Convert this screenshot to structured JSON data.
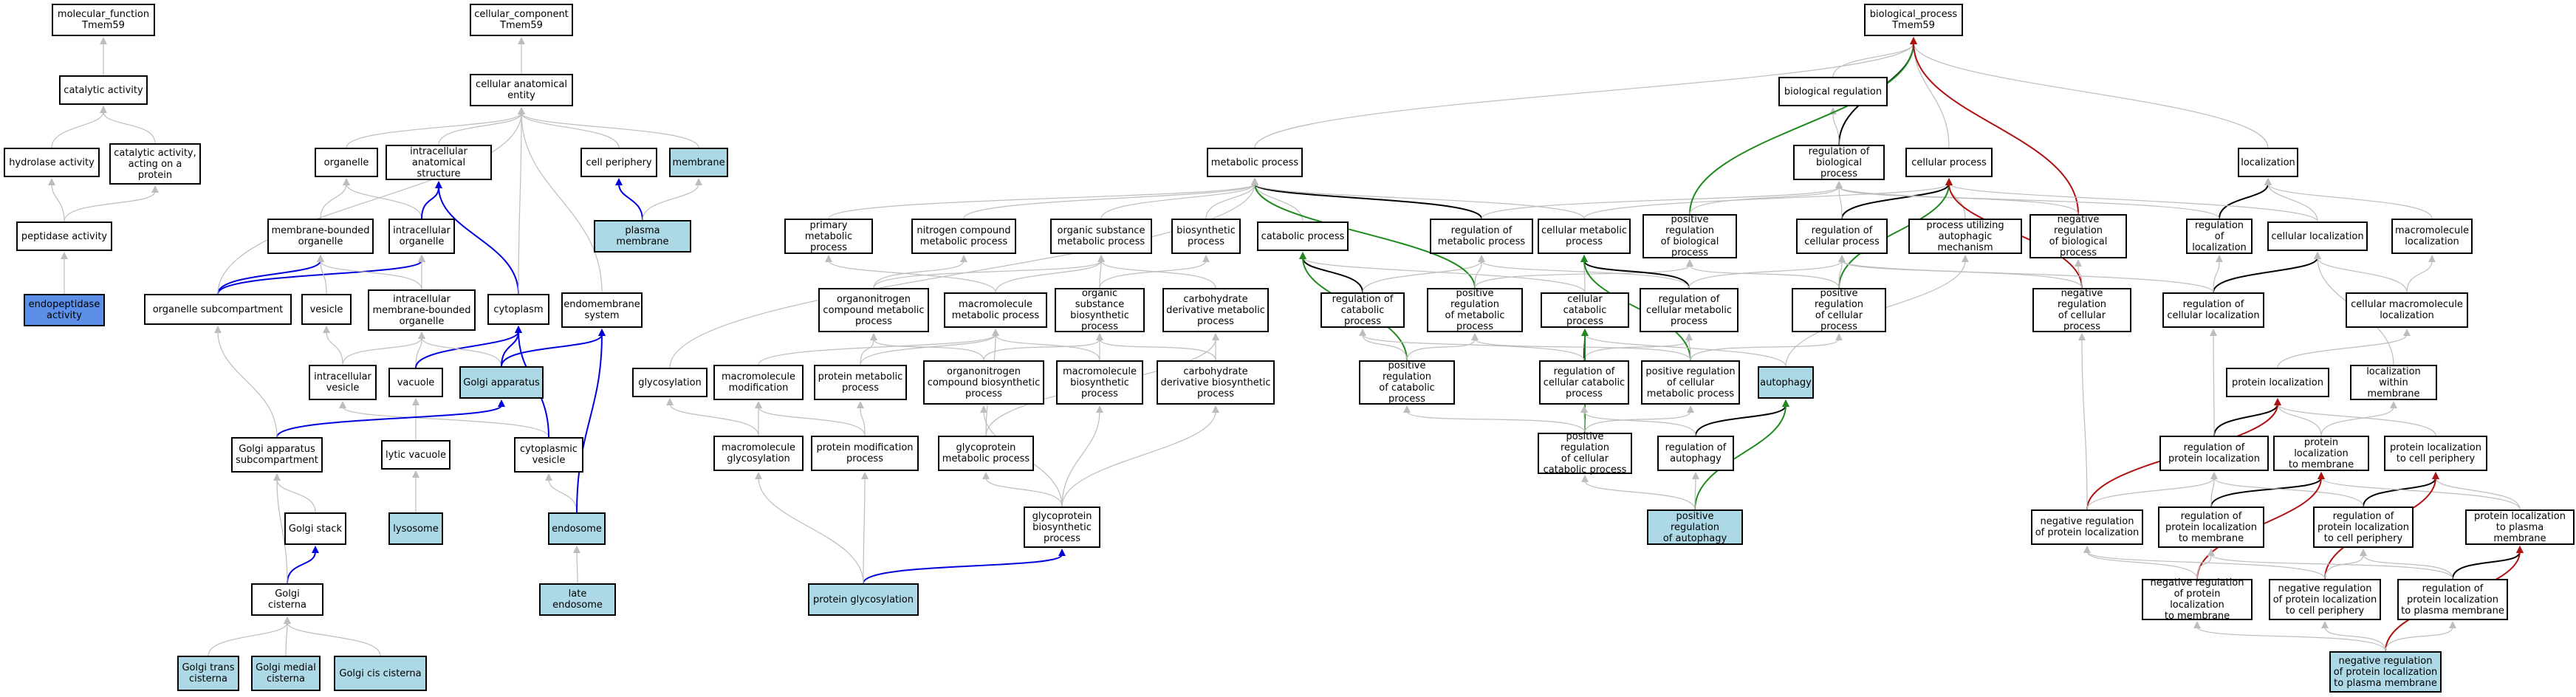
{
  "colors": {
    "gray": "#bdbdbd",
    "blue": "#0000dd",
    "black": "#000000",
    "green": "#1e8a1e",
    "red": "#b01212",
    "light_blue": "#add8e6",
    "dark_blue": "#5b8fe8"
  },
  "nodes": {
    "mf": {
      "label": "molecular_function\nTmem59"
    },
    "cat": {
      "label": "catalytic activity"
    },
    "hyd": {
      "label": "hydrolase activity"
    },
    "catpro": {
      "label": "catalytic activity,\nacting on a\nprotein"
    },
    "pep": {
      "label": "peptidase activity"
    },
    "endo_pep": {
      "label": "endopeptidase\nactivity"
    },
    "cc": {
      "label": "cellular_component\nTmem59"
    },
    "cae": {
      "label": "cellular anatomical\nentity"
    },
    "org": {
      "label": "organelle"
    },
    "ias": {
      "label": "intracellular\nanatomical structure"
    },
    "cp": {
      "label": "cell periphery"
    },
    "mem": {
      "label": "membrane"
    },
    "pm": {
      "label": "plasma membrane"
    },
    "mbo": {
      "label": "membrane-bounded\norganelle"
    },
    "io": {
      "label": "intracellular\norganelle"
    },
    "osub": {
      "label": "organelle subcompartment"
    },
    "ves": {
      "label": "vesicle"
    },
    "imbo": {
      "label": "intracellular\nmembrane-bounded\norganelle"
    },
    "cyto": {
      "label": "cytoplasm"
    },
    "ems": {
      "label": "endomembrane\nsystem"
    },
    "iv": {
      "label": "intracellular\nvesicle"
    },
    "vac": {
      "label": "vacuole"
    },
    "ga": {
      "label": "Golgi apparatus"
    },
    "lv": {
      "label": "lytic vacuole"
    },
    "cv": {
      "label": "cytoplasmic\nvesicle"
    },
    "gas": {
      "label": "Golgi apparatus\nsubcompartment"
    },
    "lys": {
      "label": "lysosome"
    },
    "endos": {
      "label": "endosome"
    },
    "gst": {
      "label": "Golgi stack"
    },
    "gc": {
      "label": "Golgi cisterna"
    },
    "le": {
      "label": "late endosome"
    },
    "gtc": {
      "label": "Golgi trans\ncisterna"
    },
    "gmc": {
      "label": "Golgi medial\ncisterna"
    },
    "gcc": {
      "label": "Golgi cis cisterna"
    },
    "bp": {
      "label": "biological_process\nTmem59"
    },
    "bioreg": {
      "label": "biological regulation"
    },
    "mp": {
      "label": "metabolic process"
    },
    "rbp": {
      "label": "regulation of\nbiological process"
    },
    "cellp": {
      "label": "cellular process"
    },
    "loc": {
      "label": "localization"
    },
    "pmp": {
      "label": "primary metabolic\nprocess"
    },
    "ncmp": {
      "label": "nitrogen compound\nmetabolic process"
    },
    "osmp": {
      "label": "organic substance\nmetabolic process"
    },
    "bsp": {
      "label": "biosynthetic\nprocess"
    },
    "catp": {
      "label": "catabolic process"
    },
    "rmp": {
      "label": "regulation of\nmetabolic process"
    },
    "cmp": {
      "label": "cellular metabolic\nprocess"
    },
    "prbp": {
      "label": "positive regulation\nof biological\nprocess"
    },
    "rcp": {
      "label": "regulation of\ncellular process"
    },
    "puam": {
      "label": "process utilizing\nautophagic mechanism"
    },
    "nrbp": {
      "label": "negative regulation\nof biological\nprocess"
    },
    "rloc": {
      "label": "regulation of\nlocalization"
    },
    "cloc": {
      "label": "cellular localization"
    },
    "mmloc": {
      "label": "macromolecule\nlocalization"
    },
    "oncmp": {
      "label": "organonitrogen\ncompound metabolic\nprocess"
    },
    "mmmp": {
      "label": "macromolecule\nmetabolic process"
    },
    "osbp": {
      "label": "organic substance\nbiosynthetic\nprocess"
    },
    "cdmp": {
      "label": "carbohydrate\nderivative metabolic\nprocess"
    },
    "rcatp": {
      "label": "regulation of\ncatabolic process"
    },
    "prmp": {
      "label": "positive regulation\nof metabolic\nprocess"
    },
    "ccatp": {
      "label": "cellular catabolic\nprocess"
    },
    "rcmp": {
      "label": "regulation of\ncellular metabolic\nprocess"
    },
    "prcp": {
      "label": "positive regulation\nof cellular\nprocess"
    },
    "nrcp": {
      "label": "negative regulation\nof cellular\nprocess"
    },
    "rcloc": {
      "label": "regulation of\ncellular localization"
    },
    "cmmloc": {
      "label": "cellular macromolecule\nlocalization"
    },
    "glyc": {
      "label": "glycosylation"
    },
    "mmmod": {
      "label": "macromolecule\nmodification"
    },
    "pmetp": {
      "label": "protein metabolic\nprocess"
    },
    "oncbp": {
      "label": "organonitrogen\ncompound biosynthetic\nprocess"
    },
    "mmbp": {
      "label": "macromolecule\nbiosynthetic\nprocess"
    },
    "cdbp": {
      "label": "carbohydrate\nderivative biosynthetic\nprocess"
    },
    "prcatp": {
      "label": "positive regulation\nof catabolic\nprocess"
    },
    "rccatp": {
      "label": "regulation of\ncellular catabolic\nprocess"
    },
    "prcmp": {
      "label": "positive regulation\nof cellular\nmetabolic process"
    },
    "aut": {
      "label": "autophagy"
    },
    "ploc": {
      "label": "protein localization"
    },
    "lwm": {
      "label": "localization\nwithin membrane"
    },
    "mmglyc": {
      "label": "macromolecule\nglycosylation"
    },
    "pmodp": {
      "label": "protein modification\nprocess"
    },
    "gpmp": {
      "label": "glycoprotein\nmetabolic process"
    },
    "prccatp": {
      "label": "positive regulation\nof cellular\ncatabolic process"
    },
    "raut": {
      "label": "regulation of\nautophagy"
    },
    "rploc": {
      "label": "regulation of\nprotein localization"
    },
    "pltm": {
      "label": "protein localization\nto membrane"
    },
    "pltcp": {
      "label": "protein localization\nto cell periphery"
    },
    "gpbp": {
      "label": "glycoprotein\nbiosynthetic\nprocess"
    },
    "praut": {
      "label": "positive regulation\nof autophagy"
    },
    "nrploc": {
      "label": "negative regulation\nof protein localization"
    },
    "rpltm": {
      "label": "regulation of\nprotein localization\nto membrane"
    },
    "rpltcp": {
      "label": "regulation of\nprotein localization\nto cell periphery"
    },
    "pltpm": {
      "label": "protein localization\nto plasma membrane"
    },
    "pglyc": {
      "label": "protein glycosylation"
    },
    "nrpltm": {
      "label": "negative regulation\nof protein localization\nto membrane"
    },
    "nrpltcp": {
      "label": "negative regulation\nof protein localization\nto cell periphery"
    },
    "rpltpm": {
      "label": "regulation of\nprotein localization\nto plasma membrane"
    },
    "nrpltpm": {
      "label": "negative regulation\nof protein localization\nto plasma membrane"
    }
  },
  "edges": [
    {
      "from": "cat",
      "to": "mf",
      "c": "gray"
    },
    {
      "from": "hyd",
      "to": "cat",
      "c": "gray"
    },
    {
      "from": "catpro",
      "to": "cat",
      "c": "gray"
    },
    {
      "from": "pep",
      "to": "hyd",
      "c": "gray"
    },
    {
      "from": "pep",
      "to": "catpro",
      "c": "gray"
    },
    {
      "from": "endo_pep",
      "to": "pep",
      "c": "gray"
    },
    {
      "from": "cae",
      "to": "cc",
      "c": "gray"
    },
    {
      "from": "org",
      "to": "cae",
      "c": "gray"
    },
    {
      "from": "ias",
      "to": "cae",
      "c": "gray"
    },
    {
      "from": "cp",
      "to": "cae",
      "c": "gray"
    },
    {
      "from": "mem",
      "to": "cae",
      "c": "gray"
    },
    {
      "from": "pm",
      "to": "cp",
      "c": "blue"
    },
    {
      "from": "pm",
      "to": "mem",
      "c": "gray"
    },
    {
      "from": "mbo",
      "to": "org",
      "c": "gray"
    },
    {
      "from": "io",
      "to": "org",
      "c": "gray"
    },
    {
      "from": "io",
      "to": "ias",
      "c": "blue"
    },
    {
      "from": "osub",
      "to": "mbo",
      "c": "blue"
    },
    {
      "from": "osub",
      "to": "io",
      "c": "blue"
    },
    {
      "from": "osub",
      "to": "cae",
      "c": "gray"
    },
    {
      "from": "ves",
      "to": "mbo",
      "c": "gray"
    },
    {
      "from": "imbo",
      "to": "mbo",
      "c": "gray"
    },
    {
      "from": "imbo",
      "to": "io",
      "c": "gray"
    },
    {
      "from": "cyto",
      "to": "ias",
      "c": "blue"
    },
    {
      "from": "cyto",
      "to": "cae",
      "c": "gray"
    },
    {
      "from": "ems",
      "to": "cae",
      "c": "gray"
    },
    {
      "from": "iv",
      "to": "ves",
      "c": "gray"
    },
    {
      "from": "iv",
      "to": "imbo",
      "c": "gray"
    },
    {
      "from": "vac",
      "to": "imbo",
      "c": "gray"
    },
    {
      "from": "vac",
      "to": "cyto",
      "c": "blue"
    },
    {
      "from": "ga",
      "to": "imbo",
      "c": "gray"
    },
    {
      "from": "ga",
      "to": "cyto",
      "c": "blue"
    },
    {
      "from": "ga",
      "to": "ems",
      "c": "blue"
    },
    {
      "from": "lv",
      "to": "vac",
      "c": "gray"
    },
    {
      "from": "cv",
      "to": "iv",
      "c": "gray"
    },
    {
      "from": "cv",
      "to": "cyto",
      "c": "blue"
    },
    {
      "from": "gas",
      "to": "ga",
      "c": "blue"
    },
    {
      "from": "gas",
      "to": "osub",
      "c": "gray"
    },
    {
      "from": "lys",
      "to": "lv",
      "c": "gray"
    },
    {
      "from": "endos",
      "to": "cv",
      "c": "gray"
    },
    {
      "from": "endos",
      "to": "ems",
      "c": "blue"
    },
    {
      "from": "gst",
      "to": "gas",
      "c": "gray"
    },
    {
      "from": "gc",
      "to": "gst",
      "c": "blue"
    },
    {
      "from": "gc",
      "to": "gas",
      "c": "gray"
    },
    {
      "from": "le",
      "to": "endos",
      "c": "gray"
    },
    {
      "from": "gtc",
      "to": "gc",
      "c": "gray"
    },
    {
      "from": "gmc",
      "to": "gc",
      "c": "gray"
    },
    {
      "from": "gcc",
      "to": "gc",
      "c": "gray"
    },
    {
      "from": "mp",
      "to": "bp",
      "c": "gray"
    },
    {
      "from": "bioreg",
      "to": "bp",
      "c": "gray"
    },
    {
      "from": "rbp",
      "to": "bp",
      "c": "black"
    },
    {
      "from": "rbp",
      "to": "bioreg",
      "c": "gray"
    },
    {
      "from": "cellp",
      "to": "bp",
      "c": "gray"
    },
    {
      "from": "loc",
      "to": "bp",
      "c": "gray"
    },
    {
      "from": "pmp",
      "to": "mp",
      "c": "gray"
    },
    {
      "from": "ncmp",
      "to": "mp",
      "c": "gray"
    },
    {
      "from": "osmp",
      "to": "mp",
      "c": "gray"
    },
    {
      "from": "bsp",
      "to": "mp",
      "c": "gray"
    },
    {
      "from": "catp",
      "to": "mp",
      "c": "gray"
    },
    {
      "from": "rmp",
      "to": "mp",
      "c": "black"
    },
    {
      "from": "rmp",
      "to": "rbp",
      "c": "gray"
    },
    {
      "from": "cmp",
      "to": "mp",
      "c": "gray"
    },
    {
      "from": "cmp",
      "to": "cellp",
      "c": "gray"
    },
    {
      "from": "prbp",
      "to": "bp",
      "c": "green"
    },
    {
      "from": "prbp",
      "to": "rbp",
      "c": "gray"
    },
    {
      "from": "rcp",
      "to": "cellp",
      "c": "black"
    },
    {
      "from": "rcp",
      "to": "rbp",
      "c": "gray"
    },
    {
      "from": "puam",
      "to": "cellp",
      "c": "gray"
    },
    {
      "from": "nrbp",
      "to": "bp",
      "c": "red"
    },
    {
      "from": "nrbp",
      "to": "rbp",
      "c": "gray"
    },
    {
      "from": "rloc",
      "to": "loc",
      "c": "black"
    },
    {
      "from": "rloc",
      "to": "rbp",
      "c": "gray"
    },
    {
      "from": "cloc",
      "to": "loc",
      "c": "gray"
    },
    {
      "from": "cloc",
      "to": "cellp",
      "c": "gray"
    },
    {
      "from": "mmloc",
      "to": "loc",
      "c": "gray"
    },
    {
      "from": "oncmp",
      "to": "osmp",
      "c": "gray"
    },
    {
      "from": "oncmp",
      "to": "ncmp",
      "c": "gray"
    },
    {
      "from": "mmmp",
      "to": "osmp",
      "c": "gray"
    },
    {
      "from": "mmmp",
      "to": "pmp",
      "c": "gray"
    },
    {
      "from": "osbp",
      "to": "osmp",
      "c": "gray"
    },
    {
      "from": "osbp",
      "to": "bsp",
      "c": "gray"
    },
    {
      "from": "cdmp",
      "to": "osmp",
      "c": "gray"
    },
    {
      "from": "rcatp",
      "to": "catp",
      "c": "black"
    },
    {
      "from": "rcatp",
      "to": "rmp",
      "c": "gray"
    },
    {
      "from": "prmp",
      "to": "mp",
      "c": "green"
    },
    {
      "from": "prmp",
      "to": "rmp",
      "c": "gray"
    },
    {
      "from": "prmp",
      "to": "prbp",
      "c": "gray"
    },
    {
      "from": "ccatp",
      "to": "cmp",
      "c": "gray"
    },
    {
      "from": "ccatp",
      "to": "catp",
      "c": "gray"
    },
    {
      "from": "rcmp",
      "to": "cmp",
      "c": "black"
    },
    {
      "from": "rcmp",
      "to": "rmp",
      "c": "gray"
    },
    {
      "from": "rcmp",
      "to": "rcp",
      "c": "gray"
    },
    {
      "from": "prcp",
      "to": "cellp",
      "c": "green"
    },
    {
      "from": "prcp",
      "to": "rcp",
      "c": "gray"
    },
    {
      "from": "prcp",
      "to": "prbp",
      "c": "gray"
    },
    {
      "from": "nrcp",
      "to": "cellp",
      "c": "red"
    },
    {
      "from": "nrcp",
      "to": "rcp",
      "c": "gray"
    },
    {
      "from": "nrcp",
      "to": "nrbp",
      "c": "gray"
    },
    {
      "from": "rcloc",
      "to": "cloc",
      "c": "black"
    },
    {
      "from": "rcloc",
      "to": "rloc",
      "c": "gray"
    },
    {
      "from": "rcloc",
      "to": "rcp",
      "c": "gray"
    },
    {
      "from": "cmmloc",
      "to": "cloc",
      "c": "gray"
    },
    {
      "from": "cmmloc",
      "to": "mmloc",
      "c": "gray"
    },
    {
      "from": "glyc",
      "to": "mp",
      "c": "gray"
    },
    {
      "from": "mmmod",
      "to": "mmmp",
      "c": "gray"
    },
    {
      "from": "pmetp",
      "to": "mmmp",
      "c": "gray"
    },
    {
      "from": "pmetp",
      "to": "oncmp",
      "c": "gray"
    },
    {
      "from": "oncbp",
      "to": "oncmp",
      "c": "gray"
    },
    {
      "from": "oncbp",
      "to": "osbp",
      "c": "gray"
    },
    {
      "from": "mmbp",
      "to": "mmmp",
      "c": "gray"
    },
    {
      "from": "mmbp",
      "to": "osbp",
      "c": "gray"
    },
    {
      "from": "cdbp",
      "to": "cdmp",
      "c": "gray"
    },
    {
      "from": "cdbp",
      "to": "osbp",
      "c": "gray"
    },
    {
      "from": "prcatp",
      "to": "catp",
      "c": "green"
    },
    {
      "from": "prcatp",
      "to": "rcatp",
      "c": "gray"
    },
    {
      "from": "prcatp",
      "to": "prmp",
      "c": "gray"
    },
    {
      "from": "rccatp",
      "to": "ccatp",
      "c": "black"
    },
    {
      "from": "rccatp",
      "to": "rcatp",
      "c": "gray"
    },
    {
      "from": "rccatp",
      "to": "rcmp",
      "c": "gray"
    },
    {
      "from": "prcmp",
      "to": "cmp",
      "c": "green"
    },
    {
      "from": "prcmp",
      "to": "rcmp",
      "c": "gray"
    },
    {
      "from": "prcmp",
      "to": "prmp",
      "c": "gray"
    },
    {
      "from": "prcmp",
      "to": "prcp",
      "c": "gray"
    },
    {
      "from": "aut",
      "to": "puam",
      "c": "gray"
    },
    {
      "from": "aut",
      "to": "ccatp",
      "c": "gray"
    },
    {
      "from": "ploc",
      "to": "cmmloc",
      "c": "gray"
    },
    {
      "from": "lwm",
      "to": "cloc",
      "c": "gray"
    },
    {
      "from": "mmglyc",
      "to": "glyc",
      "c": "gray"
    },
    {
      "from": "mmglyc",
      "to": "mmmod",
      "c": "gray"
    },
    {
      "from": "pmodp",
      "to": "mmmod",
      "c": "gray"
    },
    {
      "from": "pmodp",
      "to": "pmetp",
      "c": "gray"
    },
    {
      "from": "gpmp",
      "to": "mmmp",
      "c": "gray"
    },
    {
      "from": "gpmp",
      "to": "cdmp",
      "c": "gray"
    },
    {
      "from": "prccatp",
      "to": "ccatp",
      "c": "green"
    },
    {
      "from": "prccatp",
      "to": "rccatp",
      "c": "gray"
    },
    {
      "from": "prccatp",
      "to": "prcatp",
      "c": "gray"
    },
    {
      "from": "prccatp",
      "to": "prcmp",
      "c": "gray"
    },
    {
      "from": "raut",
      "to": "aut",
      "c": "black"
    },
    {
      "from": "raut",
      "to": "rccatp",
      "c": "gray"
    },
    {
      "from": "rploc",
      "to": "ploc",
      "c": "black"
    },
    {
      "from": "rploc",
      "to": "rcloc",
      "c": "gray"
    },
    {
      "from": "pltm",
      "to": "ploc",
      "c": "gray"
    },
    {
      "from": "pltm",
      "to": "lwm",
      "c": "gray"
    },
    {
      "from": "pltcp",
      "to": "ploc",
      "c": "gray"
    },
    {
      "from": "gpbp",
      "to": "gpmp",
      "c": "gray"
    },
    {
      "from": "gpbp",
      "to": "oncbp",
      "c": "gray"
    },
    {
      "from": "gpbp",
      "to": "mmbp",
      "c": "gray"
    },
    {
      "from": "gpbp",
      "to": "cdbp",
      "c": "gray"
    },
    {
      "from": "praut",
      "to": "aut",
      "c": "green"
    },
    {
      "from": "praut",
      "to": "raut",
      "c": "gray"
    },
    {
      "from": "praut",
      "to": "prccatp",
      "c": "gray"
    },
    {
      "from": "nrploc",
      "to": "ploc",
      "c": "red"
    },
    {
      "from": "nrploc",
      "to": "rploc",
      "c": "gray"
    },
    {
      "from": "nrploc",
      "to": "nrcp",
      "c": "gray"
    },
    {
      "from": "rpltm",
      "to": "pltm",
      "c": "black"
    },
    {
      "from": "rpltm",
      "to": "rploc",
      "c": "gray"
    },
    {
      "from": "rpltcp",
      "to": "pltcp",
      "c": "black"
    },
    {
      "from": "rpltcp",
      "to": "rploc",
      "c": "gray"
    },
    {
      "from": "pltpm",
      "to": "pltm",
      "c": "gray"
    },
    {
      "from": "pltpm",
      "to": "pltcp",
      "c": "gray"
    },
    {
      "from": "pglyc",
      "to": "gpbp",
      "c": "blue"
    },
    {
      "from": "pglyc",
      "to": "mmglyc",
      "c": "gray"
    },
    {
      "from": "pglyc",
      "to": "pmodp",
      "c": "gray"
    },
    {
      "from": "nrpltm",
      "to": "pltm",
      "c": "red"
    },
    {
      "from": "nrpltm",
      "to": "rpltm",
      "c": "gray"
    },
    {
      "from": "nrpltm",
      "to": "nrploc",
      "c": "gray"
    },
    {
      "from": "nrpltcp",
      "to": "pltcp",
      "c": "red"
    },
    {
      "from": "nrpltcp",
      "to": "rpltcp",
      "c": "gray"
    },
    {
      "from": "nrpltcp",
      "to": "nrploc",
      "c": "gray"
    },
    {
      "from": "rpltpm",
      "to": "pltpm",
      "c": "black"
    },
    {
      "from": "rpltpm",
      "to": "rpltm",
      "c": "gray"
    },
    {
      "from": "rpltpm",
      "to": "rpltcp",
      "c": "gray"
    },
    {
      "from": "nrpltpm",
      "to": "pltpm",
      "c": "red"
    },
    {
      "from": "nrpltpm",
      "to": "rpltpm",
      "c": "gray"
    },
    {
      "from": "nrpltpm",
      "to": "nrpltm",
      "c": "gray"
    },
    {
      "from": "nrpltpm",
      "to": "nrpltcp",
      "c": "gray"
    }
  ]
}
